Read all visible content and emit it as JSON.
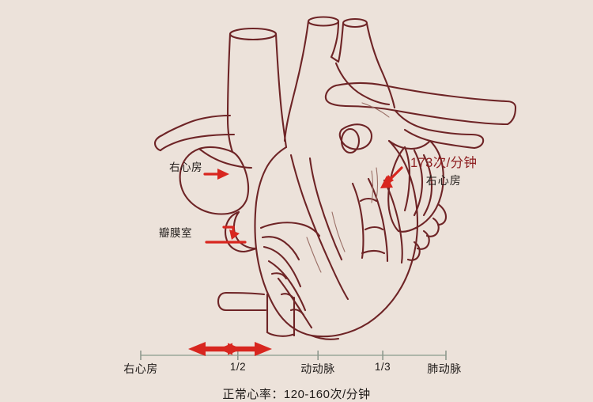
{
  "page": {
    "background_color": "#ece2da",
    "ink_color": "#6e2426",
    "accent_red": "#d8261f",
    "callout_red": "#8e1f21",
    "text_color": "#221d1b"
  },
  "diagram": {
    "name": "heart-anatomy-line-drawing",
    "annotations": [
      {
        "id": "right-atrium-left",
        "label": "右心房",
        "arrow": "right-arrow-icon"
      },
      {
        "id": "valve-chamber",
        "label": "瓣膜室",
        "arrow": "bent-right-arrow-icon"
      }
    ],
    "callout": {
      "rate": "173次/分钟",
      "chamber": "右心房",
      "arrow": "down-left-arrow-icon"
    }
  },
  "scale": {
    "name": "heart-rate-scale",
    "ticks": [
      {
        "label": "右心房",
        "position_pct": 0,
        "type": "text"
      },
      {
        "label": "1/2",
        "position_pct": 32,
        "type": "fraction"
      },
      {
        "label": "动动脉",
        "position_pct": 58,
        "type": "text"
      },
      {
        "label": "1/3",
        "position_pct": 79,
        "type": "fraction"
      },
      {
        "label": "肺动脉",
        "position_pct": 100,
        "type": "text"
      }
    ],
    "range_marker": {
      "name": "double-headed-arrow-range",
      "start_pct": 18,
      "end_pct": 41,
      "color": "#d8261f"
    }
  },
  "footer": {
    "note": "正常心率：120-160次/分钟"
  },
  "chart_data": {
    "type": "bar",
    "title": "",
    "categories": [
      "右心房",
      "1/2",
      "动动脉",
      "1/3",
      "肺动脉"
    ],
    "values": [
      0,
      32,
      58,
      79,
      100
    ],
    "xlabel": "",
    "ylabel": "",
    "xlim": [
      0,
      100
    ],
    "annotations": [
      "173次/分钟",
      "正常心率：120-160次/分钟"
    ],
    "legend_position": "none",
    "grid": false
  }
}
